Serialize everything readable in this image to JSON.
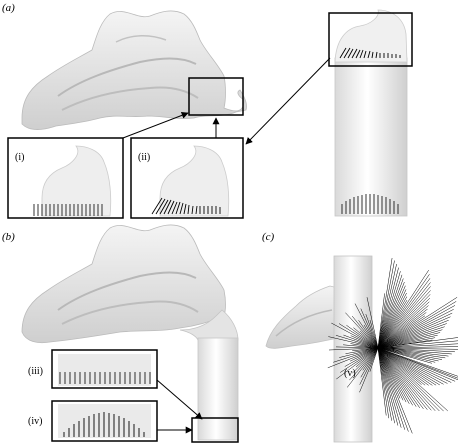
{
  "figure": {
    "panels": [
      {
        "label": "(a)"
      },
      {
        "label": "(b)"
      },
      {
        "label": "(c)"
      }
    ],
    "insets": [
      {
        "label": "(i)"
      },
      {
        "label": "(ii)"
      },
      {
        "label": "(iii)"
      },
      {
        "label": "(iv)"
      },
      {
        "label": "(v)"
      }
    ]
  }
}
